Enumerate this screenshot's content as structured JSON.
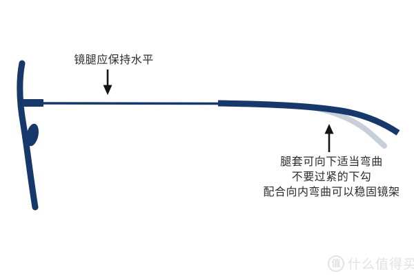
{
  "labels": {
    "temple_horizontal": "镜腿应保持水平",
    "tip_line1": "腿套可向下适当弯曲",
    "tip_line2": "不要过紧的下勾",
    "tip_line3": "配合向内弯曲可以稳固镜架"
  },
  "watermark": {
    "logo_char": "值",
    "site_name": "什么值得买"
  },
  "colors": {
    "frame_navy": "#17386a",
    "bent_gray": "#c9cedb",
    "arrow_black": "#141414",
    "text": "#2b2b2b",
    "watermark_gray": "#e2e2e2",
    "background": "#ffffff"
  }
}
